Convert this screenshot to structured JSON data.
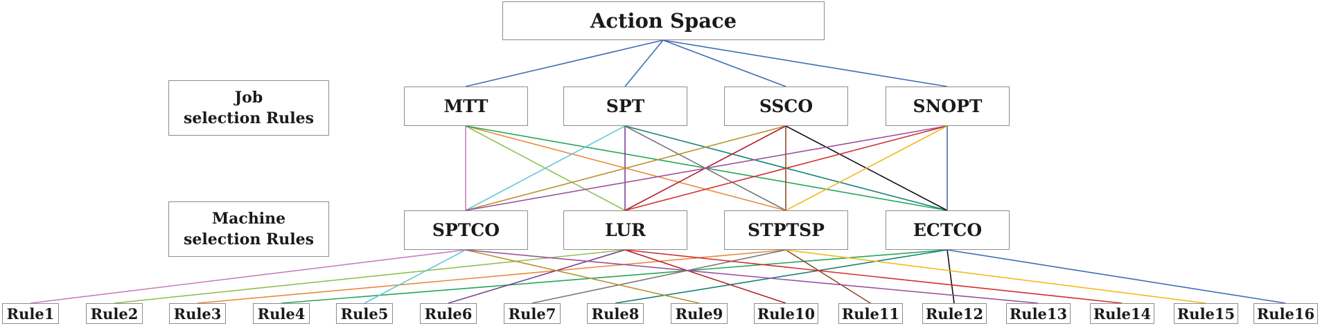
{
  "root": {
    "label": "Action Space"
  },
  "side_labels": {
    "job": [
      "Job",
      "selection Rules"
    ],
    "machine": [
      "Machine",
      "selection Rules"
    ]
  },
  "job_rules": [
    "MTT",
    "SPT",
    "SSCO",
    "SNOPT"
  ],
  "machine_rules": [
    "SPTCO",
    "LUR",
    "STPTSP",
    "ECTCO"
  ],
  "rules": [
    "Rule1",
    "Rule2",
    "Rule3",
    "Rule4",
    "Rule5",
    "Rule6",
    "Rule7",
    "Rule8",
    "Rule9",
    "Rule10",
    "Rule11",
    "Rule12",
    "Rule13",
    "Rule14",
    "Rule15",
    "Rule16"
  ],
  "rule_combinations": [
    {
      "rule": "Rule1",
      "job": "MTT",
      "machine": "SPTCO",
      "color": "#c77cc0"
    },
    {
      "rule": "Rule2",
      "job": "MTT",
      "machine": "LUR",
      "color": "#8dc050"
    },
    {
      "rule": "Rule3",
      "job": "MTT",
      "machine": "STPTSP",
      "color": "#e8893a"
    },
    {
      "rule": "Rule4",
      "job": "MTT",
      "machine": "ECTCO",
      "color": "#23a657"
    },
    {
      "rule": "Rule5",
      "job": "SPT",
      "machine": "SPTCO",
      "color": "#5ec8d6"
    },
    {
      "rule": "Rule6",
      "job": "SPT",
      "machine": "LUR",
      "color": "#7b3f93"
    },
    {
      "rule": "Rule7",
      "job": "SPT",
      "machine": "STPTSP",
      "color": "#767676"
    },
    {
      "rule": "Rule8",
      "job": "SPT",
      "machine": "ECTCO",
      "color": "#138174"
    },
    {
      "rule": "Rule9",
      "job": "SSCO",
      "machine": "SPTCO",
      "color": "#b78f2b"
    },
    {
      "rule": "Rule10",
      "job": "SSCO",
      "machine": "LUR",
      "color": "#b4202a"
    },
    {
      "rule": "Rule11",
      "job": "SSCO",
      "machine": "STPTSP",
      "color": "#8a4a28"
    },
    {
      "rule": "Rule12",
      "job": "SSCO",
      "machine": "ECTCO",
      "color": "#111111"
    },
    {
      "rule": "Rule13",
      "job": "SNOPT",
      "machine": "SPTCO",
      "color": "#9c4f9e"
    },
    {
      "rule": "Rule14",
      "job": "SNOPT",
      "machine": "LUR",
      "color": "#d42c2c"
    },
    {
      "rule": "Rule15",
      "job": "SNOPT",
      "machine": "STPTSP",
      "color": "#f2b81b"
    },
    {
      "rule": "Rule16",
      "job": "SNOPT",
      "machine": "ECTCO",
      "color": "#3d6db3"
    }
  ],
  "root_edge_color": "#3d6db3"
}
